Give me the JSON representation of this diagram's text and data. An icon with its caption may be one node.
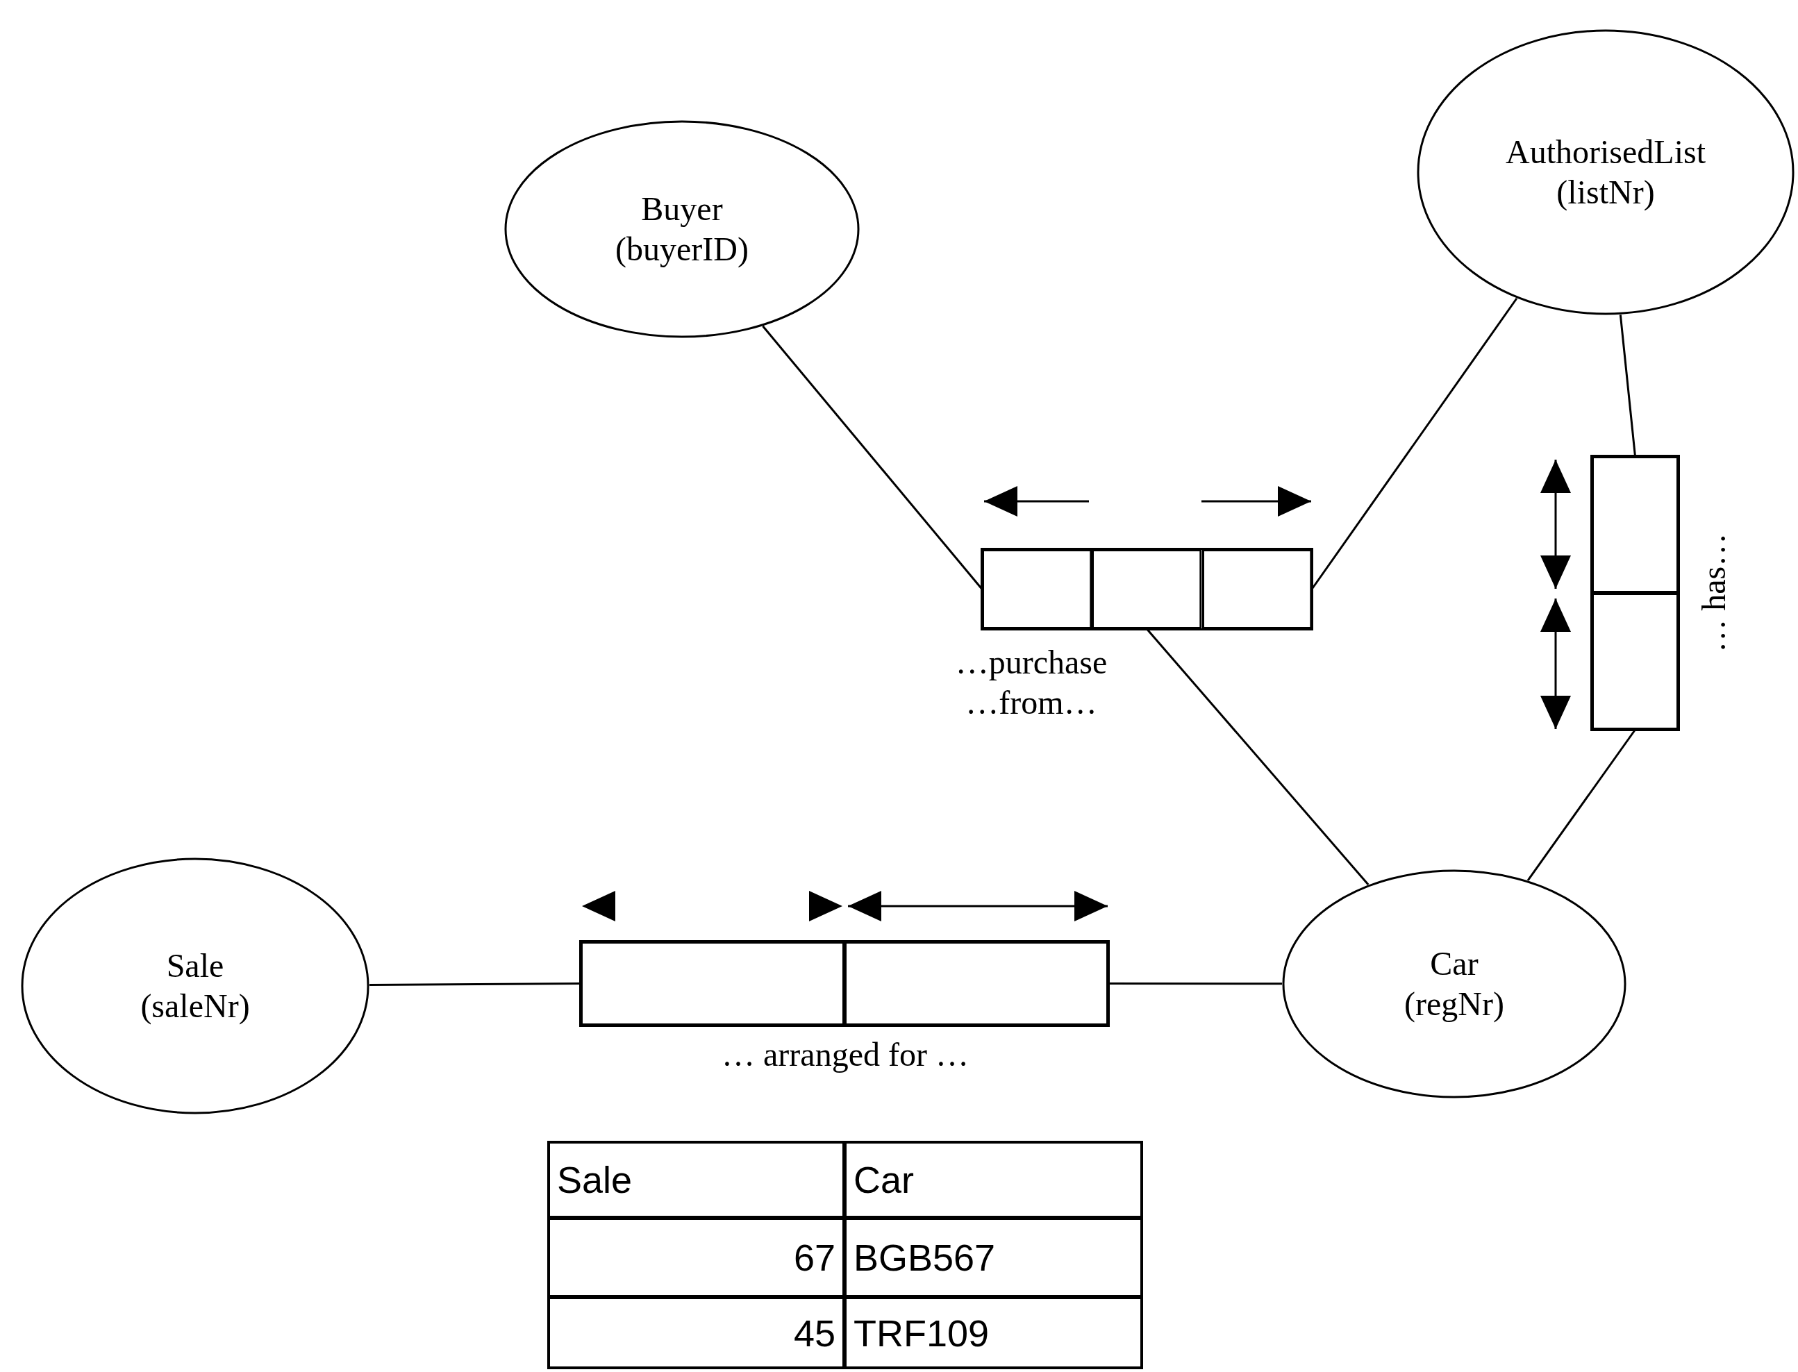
{
  "diagram": {
    "nodes": [
      {
        "text": [
          "Buyer (buyerID)"
        ]
      },
      {
        "text": [
          "AuthorisedList (listNr)"
        ]
      },
      {
        "text": [],
        "shape": "box",
        "beside": [
          "…purchase …from…"
        ]
      },
      {
        "text": [],
        "shape": "box",
        "in": 2
      },
      {
        "text": [],
        "shape": "box",
        "in": 2
      },
      {
        "text": [],
        "shape": "box",
        "in": 2
      },
      {
        "text": [],
        "shape": "box",
        "beside": [
          "… has…"
        ]
      },
      {
        "text": [],
        "shape": "box",
        "in": 6
      },
      {
        "text": [],
        "shape": "box",
        "in": 6
      },
      {
        "text": [
          "Car (regNr)"
        ]
      },
      {
        "text": [
          "Sale (saleNr)"
        ]
      },
      {
        "text": [],
        "shape": "box",
        "beside": [
          "… arranged for …"
        ]
      },
      {
        "text": [],
        "shape": "box",
        "in": 11
      },
      {
        "text": [],
        "shape": "box",
        "in": 11
      }
    ],
    "edges": [
      {
        "from": 0,
        "to": 3,
        "arrow": "none"
      },
      {
        "from": 1,
        "to": 5,
        "arrow": "none"
      },
      {
        "from": 9,
        "to": 4,
        "arrow": "none"
      },
      {
        "from": 1,
        "to": 7,
        "arrow": "none"
      },
      {
        "from": 9,
        "to": 8,
        "arrow": "none"
      },
      {
        "from": 10,
        "to": 12,
        "arrow": "none"
      },
      {
        "from": 9,
        "to": 13,
        "arrow": "none"
      }
    ],
    "labels": [
      "Sale",
      "Car",
      "67",
      "BGB567",
      "45",
      "TRF109"
    ]
  }
}
